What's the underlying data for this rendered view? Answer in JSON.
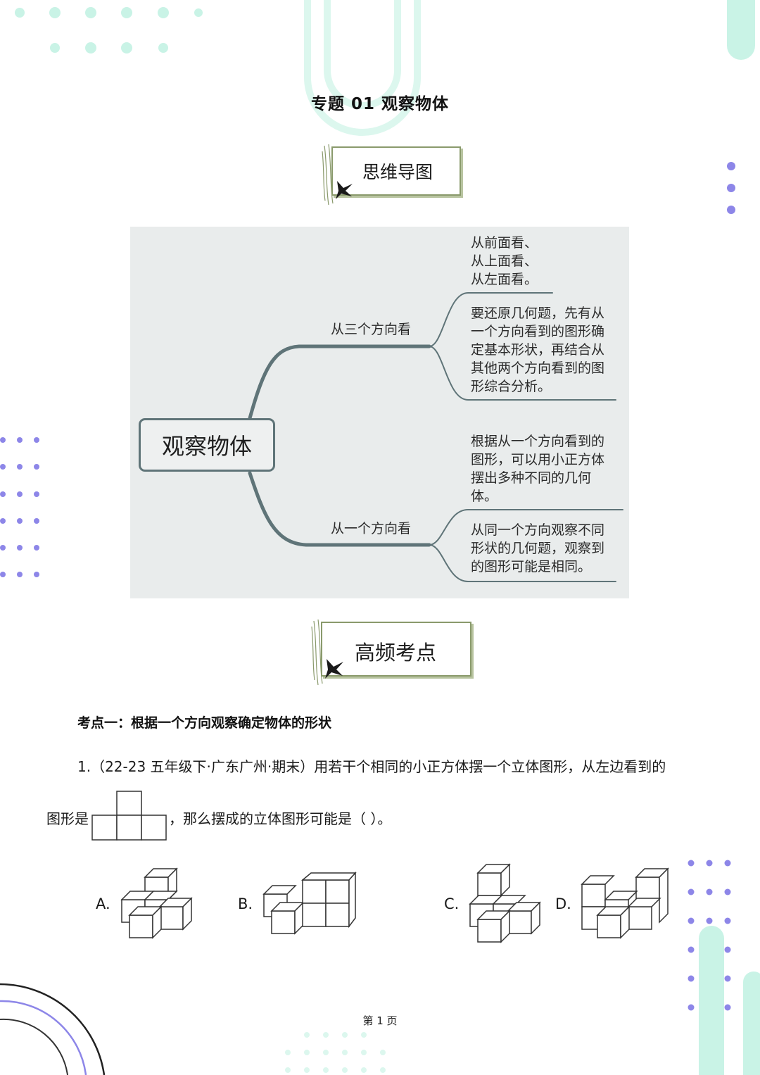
{
  "title": "专题 01    观察物体",
  "banners": {
    "mind_map": "思维导图",
    "key_points": "高频考点"
  },
  "mindmap": {
    "root": "观察物体",
    "branches": [
      {
        "label": "从三个方向看",
        "leaves": [
          "从前面看、\n从上面看、\n从左面看。",
          "要还原几何题，先有从\n一个方向看到的图形确\n定基本形状，再结合从\n其他两个方向看到的图\n形综合分析。"
        ]
      },
      {
        "label": "从一个方向看",
        "leaves": [
          "根据从一个方向看到的\n图形，可以用小正方体\n摆出多种不同的几何\n体。",
          "从同一个方向观察不同\n形状的几何题，观察到\n的图形可能是相同。"
        ]
      }
    ]
  },
  "section": {
    "heading": "考点一：根据一个方向观察确定物体的形状"
  },
  "question": {
    "line1": "1.（22-23 五年级下·广东广州·期末）用若干个相同的小正方体摆一个立体图形，从左边看到的",
    "line2_prefix": "图形是",
    "line2_suffix": "，那么摆成的立体图形可能是（    ）。",
    "options": [
      "A.",
      "B.",
      "C.",
      "D."
    ]
  },
  "footer": "第 1 页",
  "colors": {
    "accent_mint": "#c9f3e6",
    "accent_purple": "#8d86e8",
    "mindmap_line": "#5f7478",
    "panel_bg": "#e9ecec"
  }
}
